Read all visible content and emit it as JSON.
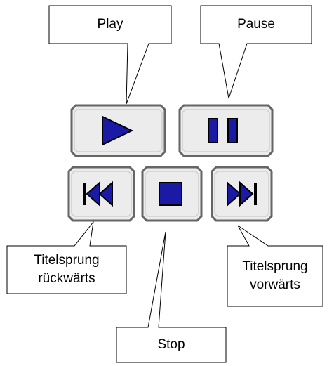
{
  "callouts": {
    "play": "Play",
    "pause": "Pause",
    "prev_track": "Titelsprung\nrückwärts",
    "next_track": "Titelsprung\nvorwärts",
    "stop": "Stop"
  },
  "buttons": [
    {
      "id": "play",
      "icon": "play-icon"
    },
    {
      "id": "pause",
      "icon": "pause-icon"
    },
    {
      "id": "previous-track",
      "icon": "skip-back-icon"
    },
    {
      "id": "stop",
      "icon": "stop-icon"
    },
    {
      "id": "next-track",
      "icon": "skip-forward-icon"
    }
  ],
  "colors": {
    "button_face": "#ececec",
    "button_border": "#666666",
    "icon_fill": "#1a1aa6",
    "icon_stroke": "#000000"
  }
}
